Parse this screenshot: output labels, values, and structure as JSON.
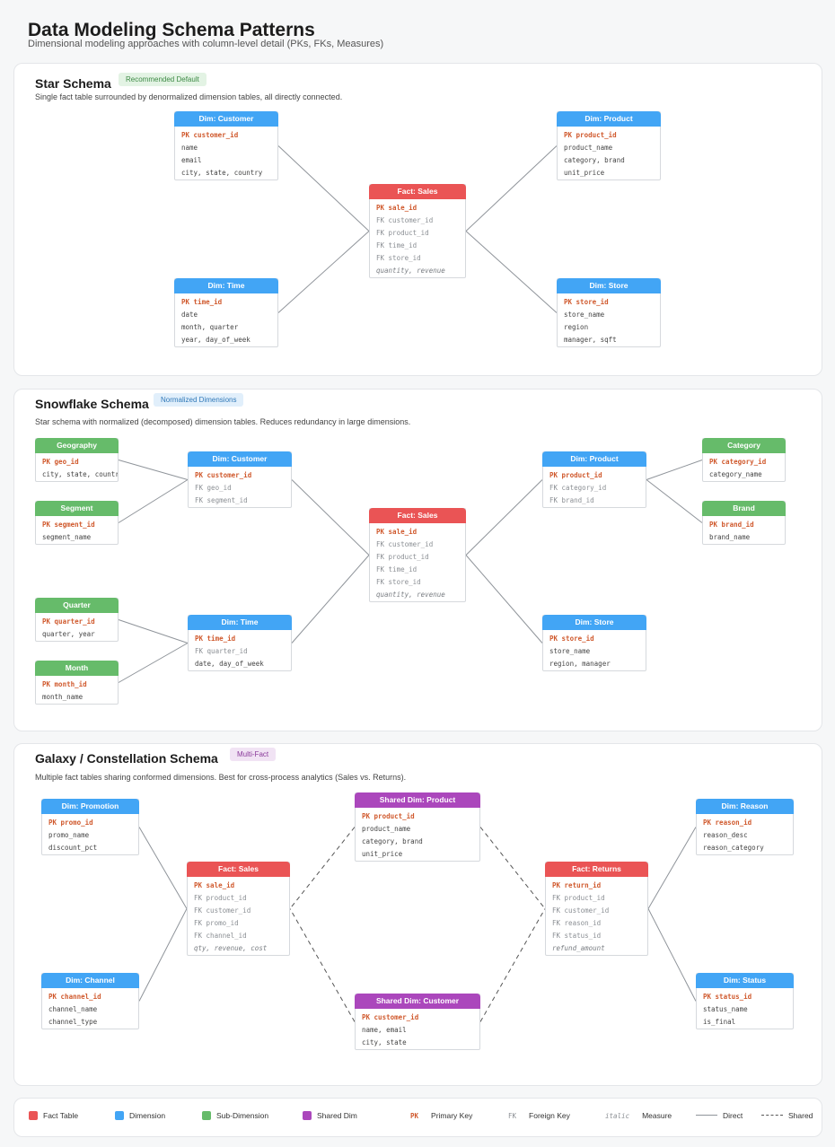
{
  "page": {
    "title": "Data Modeling Schema Patterns",
    "subtitle": "Dimensional modeling approaches with column-level detail (PKs, FKs, Measures)"
  },
  "colors": {
    "fact": "#ea5455",
    "dimension": "#42a5f5",
    "sub_dimension": "#66bb6a",
    "shared": "#ab47bc",
    "pk_text": "#d05a2e",
    "fk_text": "#8b8f94",
    "link": "#8f949a"
  },
  "star": {
    "title": "Star Schema",
    "badge": "Recommended Default",
    "description": "Single fact table surrounded by denormalized dimension tables, all directly connected."
  },
  "snowflake": {
    "title": "Snowflake Schema",
    "badge": "Normalized Dimensions",
    "description": "Star schema with normalized (decomposed) dimension tables. Reduces redundancy in large dimensions."
  },
  "galaxy": {
    "title": "Galaxy / Constellation Schema",
    "badge": "Multi-Fact",
    "description": "Multiple fact tables sharing conformed dimensions. Best for cross-process analytics (Sales vs. Returns)."
  },
  "tables": [
    {
      "id": "s_cust",
      "kind": "dimension",
      "title": "Dim: Customer",
      "fields": [
        {
          "t": "pk",
          "text": "PK customer_id"
        },
        {
          "t": "n",
          "text": "name"
        },
        {
          "t": "n",
          "text": "email"
        },
        {
          "t": "n",
          "text": "city, state, country"
        }
      ]
    },
    {
      "id": "s_prod",
      "kind": "dimension",
      "title": "Dim: Product",
      "fields": [
        {
          "t": "pk",
          "text": "PK product_id"
        },
        {
          "t": "n",
          "text": "product_name"
        },
        {
          "t": "n",
          "text": "category, brand"
        },
        {
          "t": "n",
          "text": "unit_price"
        }
      ]
    },
    {
      "id": "s_fact",
      "kind": "fact",
      "title": "Fact: Sales",
      "fields": [
        {
          "t": "pk",
          "text": "PK sale_id"
        },
        {
          "t": "fk",
          "text": "FK customer_id"
        },
        {
          "t": "fk",
          "text": "FK product_id"
        },
        {
          "t": "fk",
          "text": "FK time_id"
        },
        {
          "t": "fk",
          "text": "FK store_id"
        },
        {
          "t": "m",
          "text": "quantity, revenue"
        }
      ]
    },
    {
      "id": "s_time",
      "kind": "dimension",
      "title": "Dim: Time",
      "fields": [
        {
          "t": "pk",
          "text": "PK time_id"
        },
        {
          "t": "n",
          "text": "date"
        },
        {
          "t": "n",
          "text": "month, quarter"
        },
        {
          "t": "n",
          "text": "year, day_of_week"
        }
      ]
    },
    {
      "id": "s_store",
      "kind": "dimension",
      "title": "Dim: Store",
      "fields": [
        {
          "t": "pk",
          "text": "PK store_id"
        },
        {
          "t": "n",
          "text": "store_name"
        },
        {
          "t": "n",
          "text": "region"
        },
        {
          "t": "n",
          "text": "manager, sqft"
        }
      ]
    },
    {
      "id": "f_geo",
      "kind": "sub_dimension",
      "title": "Geography",
      "fields": [
        {
          "t": "pk",
          "text": "PK geo_id"
        },
        {
          "t": "n",
          "text": "city, state, country"
        }
      ]
    },
    {
      "id": "f_seg",
      "kind": "sub_dimension",
      "title": "Segment",
      "fields": [
        {
          "t": "pk",
          "text": "PK segment_id"
        },
        {
          "t": "n",
          "text": "segment_name"
        }
      ]
    },
    {
      "id": "f_cust",
      "kind": "dimension",
      "title": "Dim: Customer",
      "fields": [
        {
          "t": "pk",
          "text": "PK customer_id"
        },
        {
          "t": "fk",
          "text": "FK geo_id"
        },
        {
          "t": "fk",
          "text": "FK segment_id"
        }
      ]
    },
    {
      "id": "f_prod",
      "kind": "dimension",
      "title": "Dim: Product",
      "fields": [
        {
          "t": "pk",
          "text": "PK product_id"
        },
        {
          "t": "fk",
          "text": "FK category_id"
        },
        {
          "t": "fk",
          "text": "FK brand_id"
        }
      ]
    },
    {
      "id": "f_cat",
      "kind": "sub_dimension",
      "title": "Category",
      "fields": [
        {
          "t": "pk",
          "text": "PK category_id"
        },
        {
          "t": "n",
          "text": "category_name"
        }
      ]
    },
    {
      "id": "f_brand",
      "kind": "sub_dimension",
      "title": "Brand",
      "fields": [
        {
          "t": "pk",
          "text": "PK brand_id"
        },
        {
          "t": "n",
          "text": "brand_name"
        }
      ]
    },
    {
      "id": "f_fact",
      "kind": "fact",
      "title": "Fact: Sales",
      "fields": [
        {
          "t": "pk",
          "text": "PK sale_id"
        },
        {
          "t": "fk",
          "text": "FK customer_id"
        },
        {
          "t": "fk",
          "text": "FK product_id"
        },
        {
          "t": "fk",
          "text": "FK time_id"
        },
        {
          "t": "fk",
          "text": "FK store_id"
        },
        {
          "t": "m",
          "text": "quantity, revenue"
        }
      ]
    },
    {
      "id": "f_qtr",
      "kind": "sub_dimension",
      "title": "Quarter",
      "fields": [
        {
          "t": "pk",
          "text": "PK quarter_id"
        },
        {
          "t": "n",
          "text": "quarter, year"
        }
      ]
    },
    {
      "id": "f_mon",
      "kind": "sub_dimension",
      "title": "Month",
      "fields": [
        {
          "t": "pk",
          "text": "PK month_id"
        },
        {
          "t": "n",
          "text": "month_name"
        }
      ]
    },
    {
      "id": "f_time",
      "kind": "dimension",
      "title": "Dim: Time",
      "fields": [
        {
          "t": "pk",
          "text": "PK time_id"
        },
        {
          "t": "fk",
          "text": "FK quarter_id"
        },
        {
          "t": "n",
          "text": "date, day_of_week"
        }
      ]
    },
    {
      "id": "f_store",
      "kind": "dimension",
      "title": "Dim: Store",
      "fields": [
        {
          "t": "pk",
          "text": "PK store_id"
        },
        {
          "t": "n",
          "text": "store_name"
        },
        {
          "t": "n",
          "text": "region, manager"
        }
      ]
    },
    {
      "id": "g_promo",
      "kind": "dimension",
      "title": "Dim: Promotion",
      "fields": [
        {
          "t": "pk",
          "text": "PK promo_id"
        },
        {
          "t": "n",
          "text": "promo_name"
        },
        {
          "t": "n",
          "text": "discount_pct"
        }
      ]
    },
    {
      "id": "g_sprod",
      "kind": "shared",
      "title": "Shared Dim: Product",
      "fields": [
        {
          "t": "pk",
          "text": "PK product_id"
        },
        {
          "t": "n",
          "text": "product_name"
        },
        {
          "t": "n",
          "text": "category, brand"
        },
        {
          "t": "n",
          "text": "unit_price"
        }
      ]
    },
    {
      "id": "g_reason",
      "kind": "dimension",
      "title": "Dim: Reason",
      "fields": [
        {
          "t": "pk",
          "text": "PK reason_id"
        },
        {
          "t": "n",
          "text": "reason_desc"
        },
        {
          "t": "n",
          "text": "reason_category"
        }
      ]
    },
    {
      "id": "g_sales",
      "kind": "fact",
      "title": "Fact: Sales",
      "fields": [
        {
          "t": "pk",
          "text": "PK sale_id"
        },
        {
          "t": "fk",
          "text": "FK product_id"
        },
        {
          "t": "fk",
          "text": "FK customer_id"
        },
        {
          "t": "fk",
          "text": "FK promo_id"
        },
        {
          "t": "fk",
          "text": "FK channel_id"
        },
        {
          "t": "m",
          "text": "qty, revenue, cost"
        }
      ]
    },
    {
      "id": "g_returns",
      "kind": "fact",
      "title": "Fact: Returns",
      "fields": [
        {
          "t": "pk",
          "text": "PK return_id"
        },
        {
          "t": "fk",
          "text": "FK product_id"
        },
        {
          "t": "fk",
          "text": "FK customer_id"
        },
        {
          "t": "fk",
          "text": "FK reason_id"
        },
        {
          "t": "fk",
          "text": "FK status_id"
        },
        {
          "t": "m",
          "text": "refund_amount"
        }
      ]
    },
    {
      "id": "g_chan",
      "kind": "dimension",
      "title": "Dim: Channel",
      "fields": [
        {
          "t": "pk",
          "text": "PK channel_id"
        },
        {
          "t": "n",
          "text": "channel_name"
        },
        {
          "t": "n",
          "text": "channel_type"
        }
      ]
    },
    {
      "id": "g_scust",
      "kind": "shared",
      "title": "Shared Dim: Customer",
      "fields": [
        {
          "t": "pk",
          "text": "PK customer_id"
        },
        {
          "t": "n",
          "text": "name, email"
        },
        {
          "t": "n",
          "text": "city, state"
        }
      ]
    },
    {
      "id": "g_status",
      "kind": "dimension",
      "title": "Dim: Status",
      "fields": [
        {
          "t": "pk",
          "text": "PK status_id"
        },
        {
          "t": "n",
          "text": "status_name"
        },
        {
          "t": "n",
          "text": "is_final"
        }
      ]
    }
  ],
  "links": [
    {
      "from": "s_cust",
      "to": "s_fact",
      "style": "direct"
    },
    {
      "from": "s_prod",
      "to": "s_fact",
      "style": "direct"
    },
    {
      "from": "s_time",
      "to": "s_fact",
      "style": "direct"
    },
    {
      "from": "s_store",
      "to": "s_fact",
      "style": "direct"
    },
    {
      "from": "f_geo",
      "to": "f_cust",
      "style": "direct"
    },
    {
      "from": "f_seg",
      "to": "f_cust",
      "style": "direct"
    },
    {
      "from": "f_cust",
      "to": "f_fact",
      "style": "direct"
    },
    {
      "from": "f_prod",
      "to": "f_fact",
      "style": "direct"
    },
    {
      "from": "f_cat",
      "to": "f_prod",
      "style": "direct"
    },
    {
      "from": "f_brand",
      "to": "f_prod",
      "style": "direct"
    },
    {
      "from": "f_qtr",
      "to": "f_time",
      "style": "direct"
    },
    {
      "from": "f_mon",
      "to": "f_time",
      "style": "direct"
    },
    {
      "from": "f_time",
      "to": "f_fact",
      "style": "direct"
    },
    {
      "from": "f_store",
      "to": "f_fact",
      "style": "direct"
    },
    {
      "from": "g_promo",
      "to": "g_sales",
      "style": "direct"
    },
    {
      "from": "g_chan",
      "to": "g_sales",
      "style": "direct"
    },
    {
      "from": "g_reason",
      "to": "g_returns",
      "style": "direct"
    },
    {
      "from": "g_status",
      "to": "g_returns",
      "style": "direct"
    },
    {
      "from": "g_sprod",
      "to": "g_sales",
      "style": "shared"
    },
    {
      "from": "g_sprod",
      "to": "g_returns",
      "style": "shared"
    },
    {
      "from": "g_scust",
      "to": "g_sales",
      "style": "shared"
    },
    {
      "from": "g_scust",
      "to": "g_returns",
      "style": "shared"
    }
  ],
  "legend": {
    "fact": "Fact Table",
    "dimension": "Dimension",
    "sub_dimension": "Sub-Dimension",
    "shared": "Shared Dim",
    "pk_sample": "PK",
    "pk_label": "Primary Key",
    "fk_sample": "FK",
    "fk_label": "Foreign Key",
    "measure_sample": "italic",
    "measure_label": "Measure",
    "direct_label": "Direct",
    "shared_label": "Shared"
  }
}
